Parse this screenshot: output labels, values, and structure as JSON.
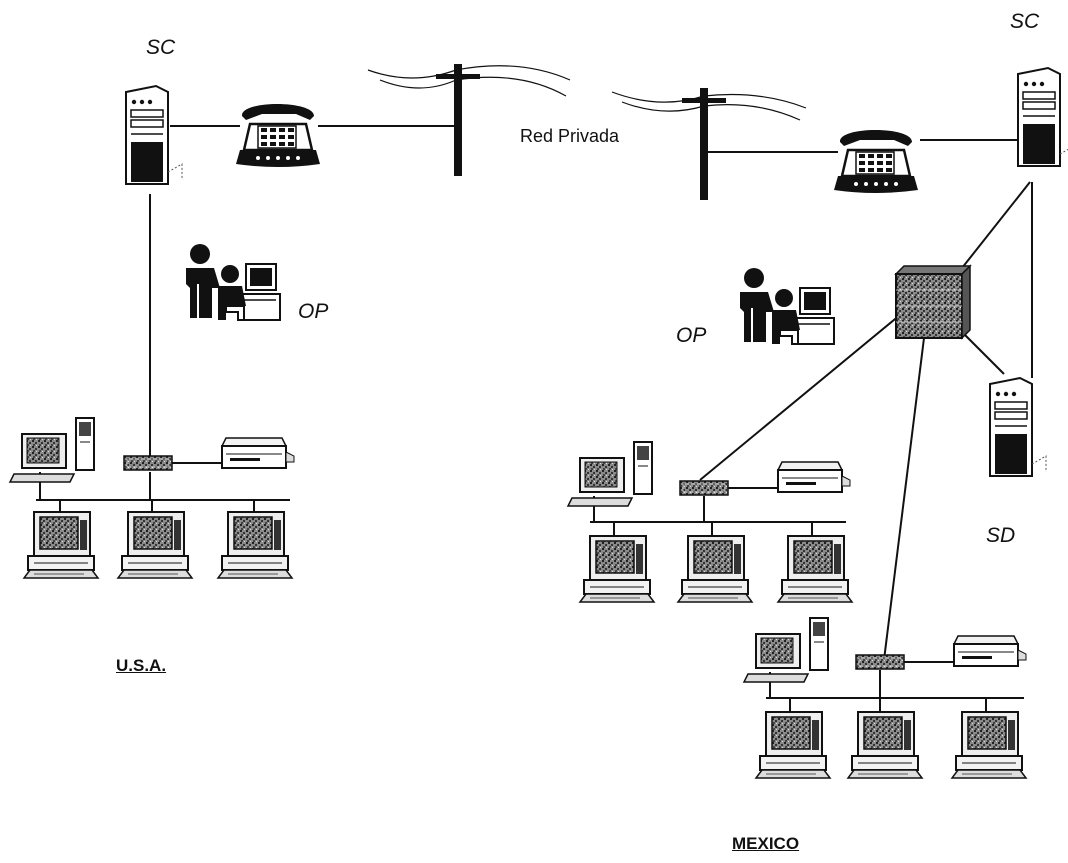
{
  "labels": {
    "sc_usa": "SC",
    "sc_mexico": "SC",
    "op_usa": "OP",
    "op_mexico": "OP",
    "sd": "SD",
    "private_network": "Red Privada",
    "country_usa": "U.S.A.",
    "country_mexico": "MEXICO"
  },
  "colors": {
    "ink": "#111111",
    "background": "#ffffff",
    "screen_texture": "#6e6e6e",
    "paper": "#f4f4f4"
  },
  "icons": [
    "server-tower-icon",
    "telephone-icon",
    "utility-pole-icon",
    "operator-icon",
    "network-hub-icon",
    "workstation-icon",
    "desktop-computer-icon",
    "printer-icon",
    "router-icon"
  ]
}
